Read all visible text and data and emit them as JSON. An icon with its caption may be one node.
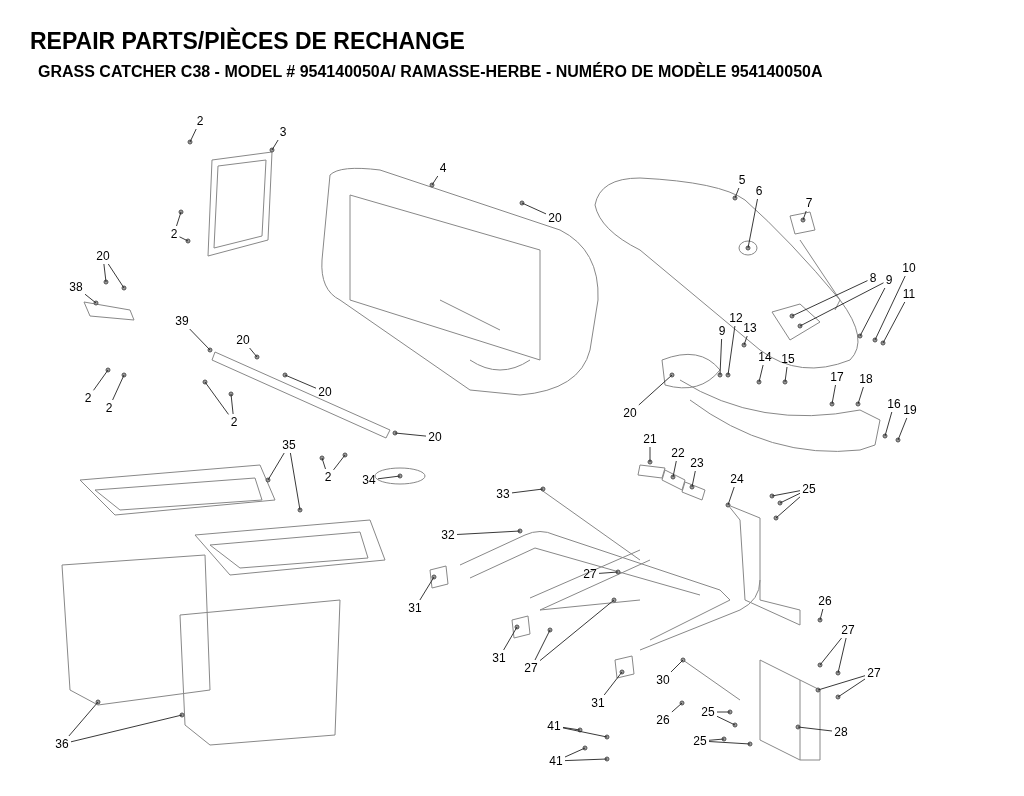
{
  "diagram": {
    "title": "REPAIR PARTS/PIÈCES DE RECHANGE",
    "labels": [
      "GRASS CATCHER C38 - MODEL # 954140050A/ RAMASSE-HERBE - NUMÉRO DE MODÈLE 954140050A"
    ],
    "nodes": [
      {
        "text": [
          "2"
        ]
      },
      {
        "text": [
          "3"
        ]
      },
      {
        "text": [
          "4"
        ]
      },
      {
        "text": [
          "20"
        ]
      },
      {
        "text": [
          "2"
        ]
      },
      {
        "text": [
          "5"
        ]
      },
      {
        "text": [
          "6"
        ]
      },
      {
        "text": [
          "7"
        ]
      },
      {
        "text": [
          "20"
        ]
      },
      {
        "text": [
          "38"
        ]
      },
      {
        "text": [
          "39"
        ]
      },
      {
        "text": [
          "20"
        ]
      },
      {
        "text": [
          "2"
        ]
      },
      {
        "text": [
          "2"
        ]
      },
      {
        "text": [
          "20"
        ]
      },
      {
        "text": [
          "2"
        ]
      },
      {
        "text": [
          "20"
        ]
      },
      {
        "text": [
          "2"
        ]
      },
      {
        "text": [
          "8"
        ]
      },
      {
        "text": [
          "9"
        ]
      },
      {
        "text": [
          "10"
        ]
      },
      {
        "text": [
          "11"
        ]
      },
      {
        "text": [
          "9"
        ]
      },
      {
        "text": [
          "12"
        ]
      },
      {
        "text": [
          "13"
        ]
      },
      {
        "text": [
          "14"
        ]
      },
      {
        "text": [
          "15"
        ]
      },
      {
        "text": [
          "17"
        ]
      },
      {
        "text": [
          "18"
        ]
      },
      {
        "text": [
          "16"
        ]
      },
      {
        "text": [
          "19"
        ]
      },
      {
        "text": [
          "20"
        ]
      },
      {
        "text": [
          "21"
        ]
      },
      {
        "text": [
          "22"
        ]
      },
      {
        "text": [
          "23"
        ]
      },
      {
        "text": [
          "33"
        ]
      },
      {
        "text": [
          "24"
        ]
      },
      {
        "text": [
          "25"
        ]
      },
      {
        "text": [
          "32"
        ]
      },
      {
        "text": [
          "34"
        ]
      },
      {
        "text": [
          "35"
        ]
      },
      {
        "text": [
          "27"
        ]
      },
      {
        "text": [
          "31"
        ]
      },
      {
        "text": [
          "26"
        ]
      },
      {
        "text": [
          "31"
        ]
      },
      {
        "text": [
          "27"
        ]
      },
      {
        "text": [
          "27"
        ]
      },
      {
        "text": [
          "27"
        ]
      },
      {
        "text": [
          "30"
        ]
      },
      {
        "text": [
          "31"
        ]
      },
      {
        "text": [
          "26"
        ]
      },
      {
        "text": [
          "25"
        ]
      },
      {
        "text": [
          "28"
        ]
      },
      {
        "text": [
          "36"
        ]
      },
      {
        "text": [
          "25"
        ]
      },
      {
        "text": [
          "41"
        ]
      },
      {
        "text": [
          "41"
        ]
      }
    ],
    "edges": [
      {
        "from": 0,
        "to": null,
        "arrow": "none"
      },
      {
        "from": 1,
        "to": null,
        "arrow": "none"
      },
      {
        "from": 2,
        "to": null,
        "arrow": "none"
      },
      {
        "from": 3,
        "to": null,
        "arrow": "none"
      },
      {
        "from": 4,
        "to": null,
        "arrow": "none"
      },
      {
        "from": 4,
        "to": null,
        "arrow": "none"
      },
      {
        "from": 5,
        "to": null,
        "arrow": "none"
      },
      {
        "from": 6,
        "to": null,
        "arrow": "none"
      },
      {
        "from": 7,
        "to": null,
        "arrow": "none"
      },
      {
        "from": 8,
        "to": null,
        "arrow": "none"
      },
      {
        "from": 8,
        "to": null,
        "arrow": "none"
      },
      {
        "from": 9,
        "to": null,
        "arrow": "none"
      },
      {
        "from": 10,
        "to": null,
        "arrow": "none"
      },
      {
        "from": 11,
        "to": null,
        "arrow": "none"
      },
      {
        "from": 12,
        "to": null,
        "arrow": "none"
      },
      {
        "from": 13,
        "to": null,
        "arrow": "none"
      },
      {
        "from": 14,
        "to": null,
        "arrow": "none"
      },
      {
        "from": 15,
        "to": null,
        "arrow": "none"
      },
      {
        "from": 15,
        "to": null,
        "arrow": "none"
      },
      {
        "from": 16,
        "to": null,
        "arrow": "none"
      },
      {
        "from": 17,
        "to": null,
        "arrow": "none"
      },
      {
        "from": 17,
        "to": null,
        "arrow": "none"
      },
      {
        "from": 18,
        "to": null,
        "arrow": "none"
      },
      {
        "from": 19,
        "to": null,
        "arrow": "none"
      },
      {
        "from": 19,
        "to": null,
        "arrow": "none"
      },
      {
        "from": 20,
        "to": null,
        "arrow": "none"
      },
      {
        "from": 21,
        "to": null,
        "arrow": "none"
      },
      {
        "from": 22,
        "to": null,
        "arrow": "none"
      },
      {
        "from": 23,
        "to": null,
        "arrow": "none"
      },
      {
        "from": 24,
        "to": null,
        "arrow": "none"
      },
      {
        "from": 25,
        "to": null,
        "arrow": "none"
      },
      {
        "from": 26,
        "to": null,
        "arrow": "none"
      },
      {
        "from": 27,
        "to": null,
        "arrow": "none"
      },
      {
        "from": 28,
        "to": null,
        "arrow": "none"
      },
      {
        "from": 29,
        "to": null,
        "arrow": "none"
      },
      {
        "from": 30,
        "to": null,
        "arrow": "none"
      },
      {
        "from": 31,
        "to": null,
        "arrow": "none"
      },
      {
        "from": 32,
        "to": null,
        "arrow": "none"
      },
      {
        "from": 33,
        "to": null,
        "arrow": "none"
      },
      {
        "from": 34,
        "to": null,
        "arrow": "none"
      },
      {
        "from": 35,
        "to": null,
        "arrow": "none"
      },
      {
        "from": 36,
        "to": null,
        "arrow": "none"
      },
      {
        "from": 37,
        "to": null,
        "arrow": "none"
      },
      {
        "from": 37,
        "to": null,
        "arrow": "none"
      },
      {
        "from": 37,
        "to": null,
        "arrow": "none"
      },
      {
        "from": 38,
        "to": null,
        "arrow": "none"
      },
      {
        "from": 39,
        "to": null,
        "arrow": "none"
      },
      {
        "from": 40,
        "to": null,
        "arrow": "none"
      },
      {
        "from": 40,
        "to": null,
        "arrow": "none"
      },
      {
        "from": 41,
        "to": null,
        "arrow": "none"
      },
      {
        "from": 42,
        "to": null,
        "arrow": "none"
      },
      {
        "from": 43,
        "to": null,
        "arrow": "none"
      },
      {
        "from": 44,
        "to": null,
        "arrow": "none"
      },
      {
        "from": 45,
        "to": null,
        "arrow": "none"
      },
      {
        "from": 45,
        "to": null,
        "arrow": "none"
      },
      {
        "from": 46,
        "to": null,
        "arrow": "none"
      },
      {
        "from": 46,
        "to": null,
        "arrow": "none"
      },
      {
        "from": 47,
        "to": null,
        "arrow": "none"
      },
      {
        "from": 47,
        "to": null,
        "arrow": "none"
      },
      {
        "from": 48,
        "to": null,
        "arrow": "none"
      },
      {
        "from": 49,
        "to": null,
        "arrow": "none"
      },
      {
        "from": 50,
        "to": null,
        "arrow": "none"
      },
      {
        "from": 51,
        "to": null,
        "arrow": "none"
      },
      {
        "from": 51,
        "to": null,
        "arrow": "none"
      },
      {
        "from": 52,
        "to": null,
        "arrow": "none"
      },
      {
        "from": 53,
        "to": null,
        "arrow": "none"
      },
      {
        "from": 53,
        "to": null,
        "arrow": "none"
      },
      {
        "from": 54,
        "to": null,
        "arrow": "none"
      },
      {
        "from": 54,
        "to": null,
        "arrow": "none"
      },
      {
        "from": 55,
        "to": null,
        "arrow": "none"
      },
      {
        "from": 55,
        "to": null,
        "arrow": "none"
      },
      {
        "from": 56,
        "to": null,
        "arrow": "none"
      },
      {
        "from": 56,
        "to": null,
        "arrow": "none"
      }
    ]
  }
}
